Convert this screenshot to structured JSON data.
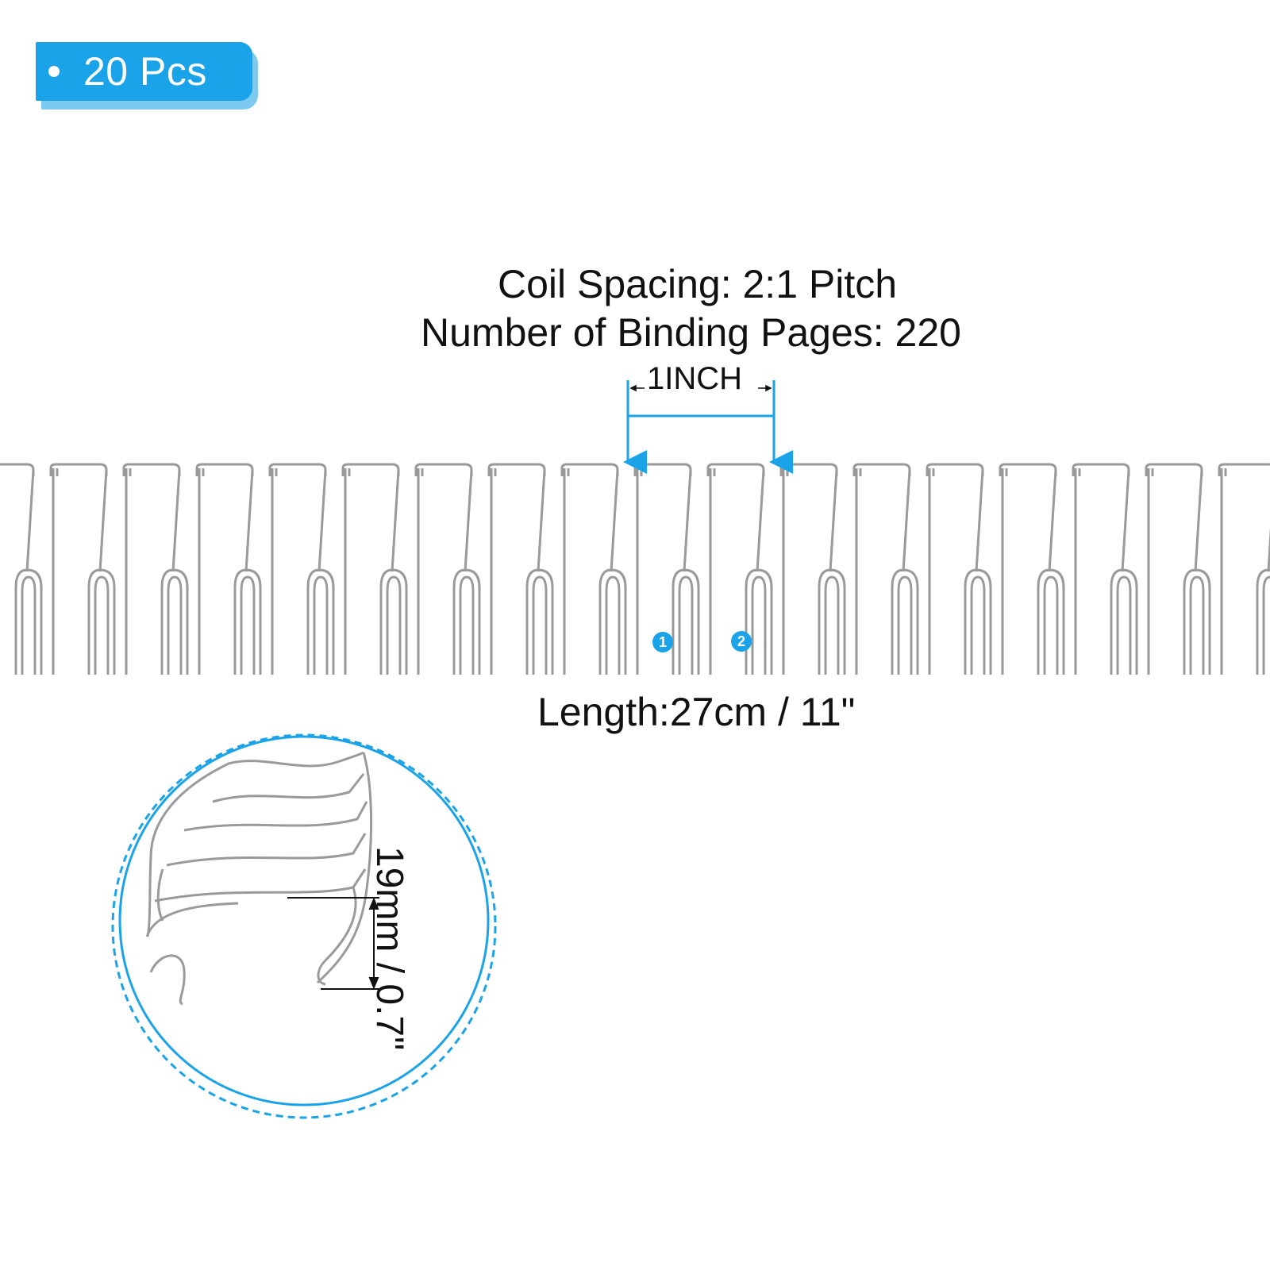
{
  "badge": {
    "text": "20 Pcs"
  },
  "specs": {
    "coil_spacing": "Coil Spacing: 2:1 Pitch",
    "binding_pages": "Number of Binding Pages: 220",
    "pitch_label": "1INCH",
    "length": "Length:27cm / 11\"",
    "diameter": "19mm / 0.7\""
  },
  "markers": [
    "1",
    "2"
  ],
  "colors": {
    "accent": "#1aa3e8",
    "badge_shadow": "#7cc9f2",
    "wire": "#9a9a9a"
  }
}
